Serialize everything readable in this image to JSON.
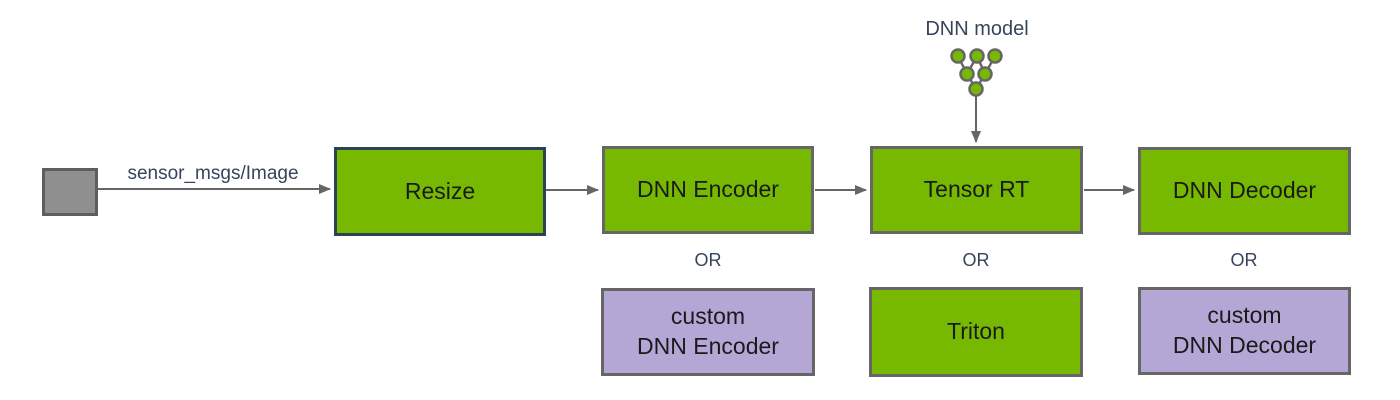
{
  "diagram": {
    "flow_label": "sensor_msgs/Image",
    "dnn_model_label": "DNN model",
    "or_label": "OR",
    "nodes": {
      "resize": "Resize",
      "dnn_encoder": "DNN Encoder",
      "tensor_rt": "Tensor RT",
      "dnn_decoder": "DNN Decoder",
      "custom_encoder_line1": "custom",
      "custom_encoder_line2": "DNN Encoder",
      "triton": "Triton",
      "custom_decoder_line1": "custom",
      "custom_decoder_line2": "DNN Decoder"
    },
    "colors": {
      "green": "#76b900",
      "purple": "#b4a7d6",
      "gray_border": "#666666",
      "resize_border": "#2e4257",
      "square_fill": "#8f8f8f",
      "square_border": "#5e5e5e",
      "arrow": "#666666",
      "label_text": "#37455c",
      "box_text": "#1a1a1a"
    }
  }
}
